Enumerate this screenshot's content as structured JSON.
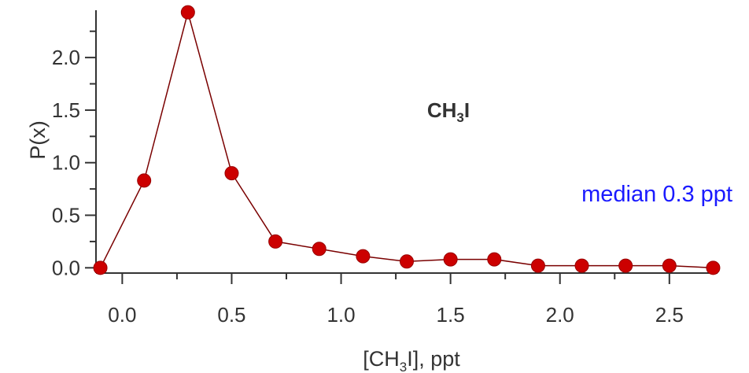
{
  "chart_data": {
    "type": "line",
    "title": "",
    "xlabel": {
      "prefix": "[CH",
      "sub": "3",
      "suffix": "I], ppt"
    },
    "ylabel": "P(x)",
    "xlim": [
      -0.12,
      2.72
    ],
    "ylim": [
      -0.05,
      2.45
    ],
    "xticks": [
      0.0,
      0.5,
      1.0,
      1.5,
      2.0,
      2.5
    ],
    "xtick_labels": [
      "0.0",
      "0.5",
      "1.0",
      "1.5",
      "2.0",
      "2.5"
    ],
    "xminor": [
      0.25,
      0.75,
      1.25,
      1.75,
      2.25
    ],
    "yticks": [
      0.0,
      0.5,
      1.0,
      1.5,
      2.0
    ],
    "ytick_labels": [
      "0.0",
      "0.5",
      "1.0",
      "1.5",
      "2.0"
    ],
    "yminor": [
      0.25,
      0.75,
      1.25,
      1.75,
      2.25
    ],
    "grid": false,
    "series": [
      {
        "name": "",
        "color": "#cc0000",
        "x": [
          -0.1,
          0.1,
          0.3,
          0.5,
          0.7,
          0.9,
          1.1,
          1.3,
          1.5,
          1.7,
          1.9,
          2.1,
          2.3,
          2.5,
          2.7
        ],
        "y": [
          0.0,
          0.83,
          2.43,
          0.9,
          0.25,
          0.18,
          0.11,
          0.06,
          0.08,
          0.08,
          0.02,
          0.02,
          0.02,
          0.02,
          0.0
        ]
      }
    ],
    "annotations": {
      "species": {
        "prefix": "CH",
        "sub": "3",
        "suffix": "I"
      },
      "median": "median 0.3 ppt"
    }
  }
}
